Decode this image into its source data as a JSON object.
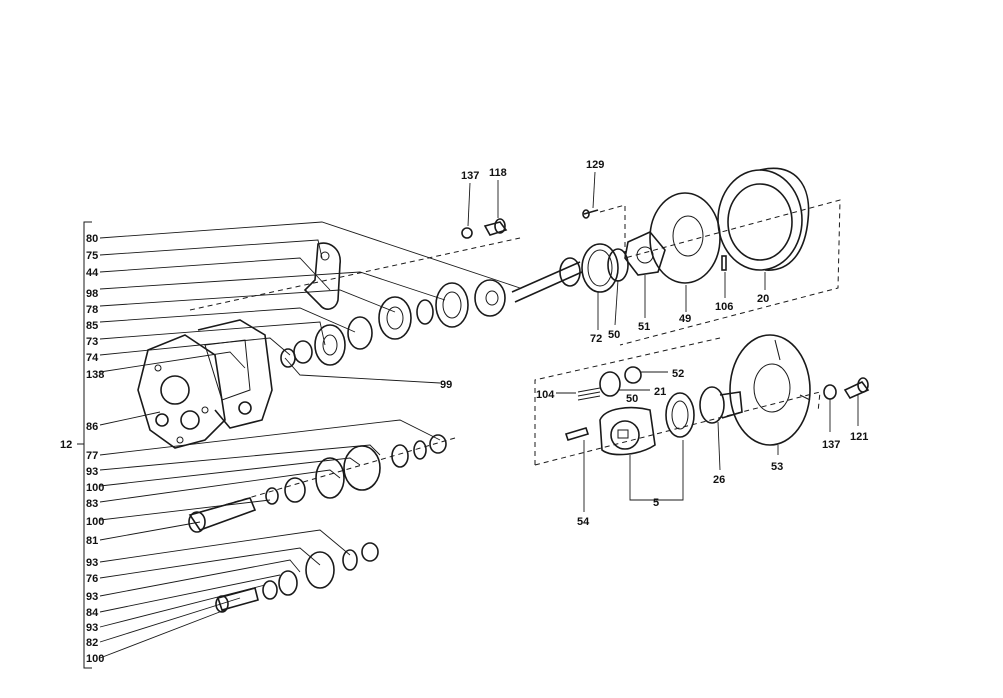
{
  "group_label": "12",
  "left_labels": [
    "80",
    "75",
    "44",
    "98",
    "78",
    "85",
    "73",
    "74",
    "138",
    "86",
    "77",
    "93",
    "100",
    "83",
    "100",
    "81",
    "93",
    "76",
    "93",
    "84",
    "93",
    "82",
    "100"
  ],
  "labels": {
    "p99": "99",
    "p137a": "137",
    "p118": "118",
    "p129": "129",
    "p72": "72",
    "p50a": "50",
    "p51": "51",
    "p49": "49",
    "p106": "106",
    "p20": "20",
    "p104": "104",
    "p52": "52",
    "p21": "21",
    "p50b": "50",
    "p54": "54",
    "p5": "5",
    "p26": "26",
    "p53": "53",
    "p137b": "137",
    "p121": "121"
  }
}
